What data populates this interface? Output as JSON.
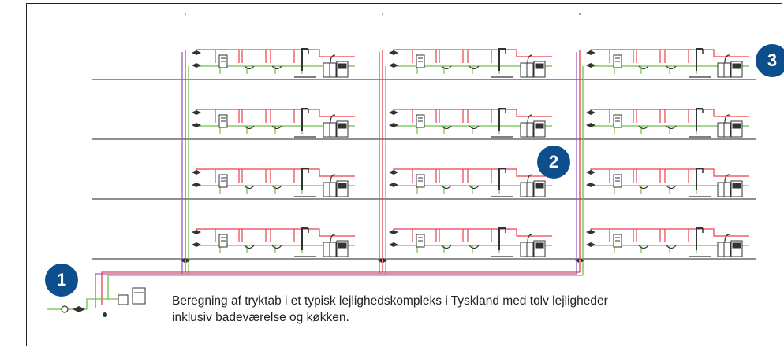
{
  "badges": {
    "b1": "1",
    "b2": "2",
    "b3": "3"
  },
  "caption": "Beregning af tryktab i et typisk lejlighedskompleks i Tyskland med tolv lejligheder inklusiv badeværelse og køkken.",
  "colors": {
    "hot_water": "#e8404a",
    "cold_water": "#6fbf4a",
    "circulation": "#9a5fc0",
    "floor_line": "#222222",
    "fixture": "#333333",
    "badge": "#0d4f8c"
  },
  "structure": {
    "risers": 3,
    "floors": 4,
    "apartments": 12
  },
  "icons": [
    "valve-icon",
    "water-heater-icon",
    "washbasin-icon",
    "shower-icon",
    "kitchen-sink-icon",
    "dishwasher-icon",
    "water-meter-icon"
  ]
}
